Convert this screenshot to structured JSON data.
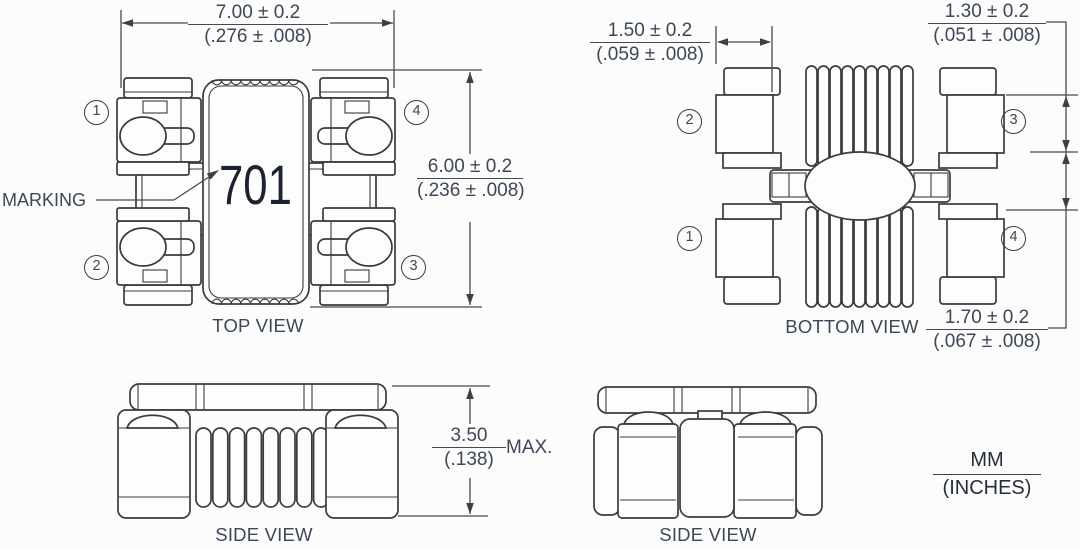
{
  "views": {
    "top": {
      "label": "TOP VIEW",
      "marking_label": "MARKING",
      "marking_value": "701",
      "pin_top_left": "1",
      "pin_top_right": "4",
      "pin_bottom_left": "2",
      "pin_bottom_right": "3",
      "width_dim": {
        "mm": "7.00 ± 0.2",
        "inches": "(.276 ± .008)"
      },
      "height_dim": {
        "mm": "6.00 ± 0.2",
        "inches": "(.236 ± .008)"
      }
    },
    "bottom": {
      "label": "BOTTOM VIEW",
      "pin_top_left": "2",
      "pin_top_right": "3",
      "pin_bottom_left": "1",
      "pin_bottom_right": "4",
      "pad_offset_dim": {
        "mm": "1.50 ± 0.2",
        "inches": "(.059 ± .008)"
      },
      "pad_length_dim": {
        "mm": "1.30 ± 0.2",
        "inches": "(.051 ± .008)"
      },
      "pad_gap_dim": {
        "mm": "1.70 ± 0.2",
        "inches": "(.067 ± .008)"
      }
    },
    "side_left": {
      "label": "SIDE VIEW",
      "height_dim": {
        "mm": "3.50",
        "inches": "(.138)",
        "qualifier": "MAX."
      }
    },
    "side_right": {
      "label": "SIDE VIEW"
    }
  },
  "units_legend": {
    "primary": "MM",
    "secondary": "(INCHES)"
  },
  "colors": {
    "line": "#3b3b3b",
    "dimension_line": "#4a4a4a",
    "text": "#3d4757",
    "marking_text": "#1c2330",
    "background": "#fcfcfc"
  }
}
